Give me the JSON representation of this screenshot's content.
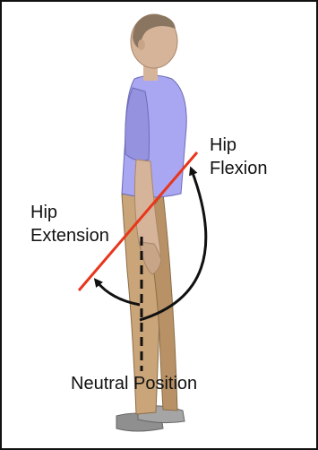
{
  "labels": {
    "hip_flexion_line1": "Hip",
    "hip_flexion_line2": "Flexion",
    "hip_extension_line1": "Hip",
    "hip_extension_line2": "Extension",
    "neutral_position": "Neutral Position"
  },
  "colors": {
    "angle_line": "#e8361c",
    "arc": "#111111",
    "shirt": "#a9a7f2",
    "pants": "#caa579",
    "skin": "#d6b49a",
    "hair": "#8a7660",
    "shoes": "#8f8f8f"
  }
}
